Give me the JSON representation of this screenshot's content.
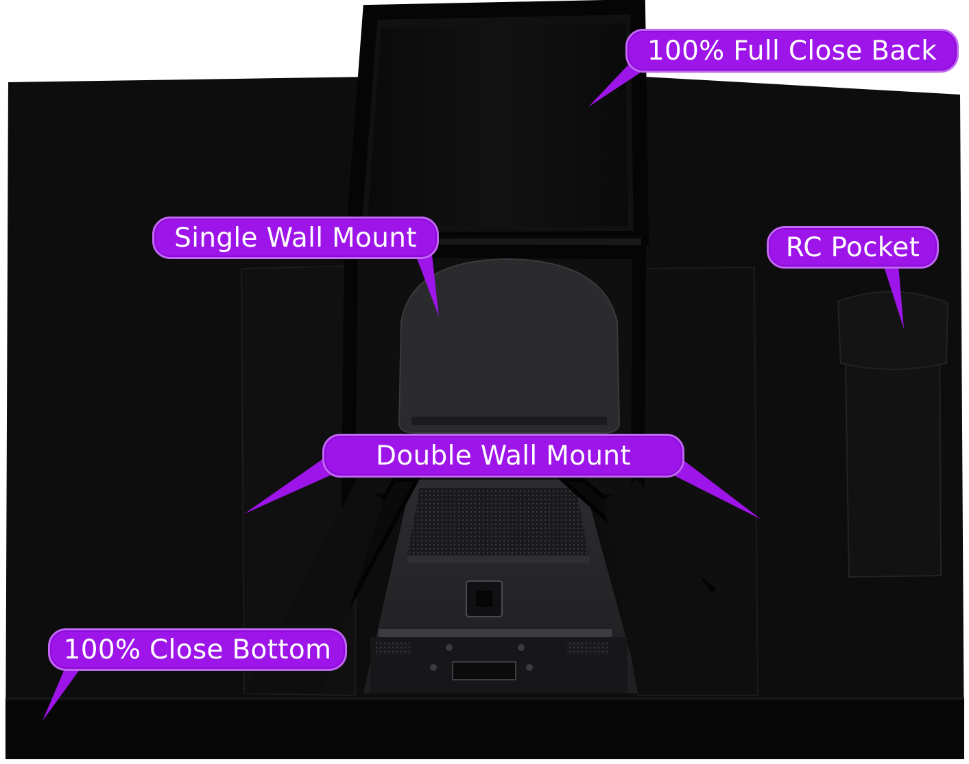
{
  "image": {
    "description_colors": {
      "cover": "#0c0c0c",
      "callout_fill": "#9d15e8",
      "callout_border": "#c266f5",
      "callout_text": "#ffffff",
      "background": "#ffffff"
    }
  },
  "callouts": {
    "full_close_back": "100% Full Close Back",
    "single_wall_mount": "Single Wall Mount",
    "rc_pocket": "RC Pocket",
    "double_wall_mount": "Double Wall Mount",
    "close_bottom": "100% Close Bottom"
  }
}
